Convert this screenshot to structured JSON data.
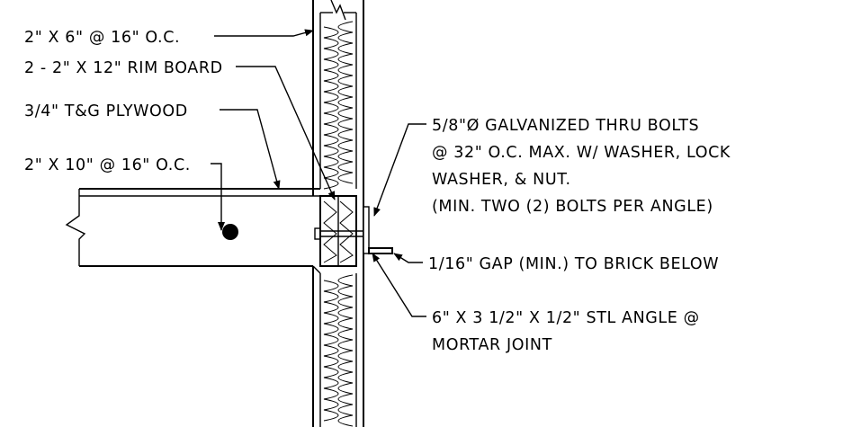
{
  "labels": {
    "studs": "2\" x 6\" @ 16\" O.C.",
    "rim_board": "2 - 2\" x 12\" RIM BOARD",
    "plywood": "3/4\" T&G PLYWOOD",
    "joists": "2\" x 10\" @ 16\" O.C.",
    "bolts_line1": "5/8\"Ø GALVANIZED THRU BOLTS",
    "bolts_line2": "@ 32\" O.C. MAX. W/ WASHER, LOCK",
    "bolts_line3": "WASHER, & NUT.",
    "bolts_line4": "(MIN. TWO (2) BOLTS PER ANGLE)",
    "gap": "1/16\" GAP (MIN.) TO BRICK BELOW",
    "angle_line1": "6\" x 3 1/2\" x 1/2\" STL ANGLE @",
    "angle_line2": "MORTAR JOINT"
  }
}
